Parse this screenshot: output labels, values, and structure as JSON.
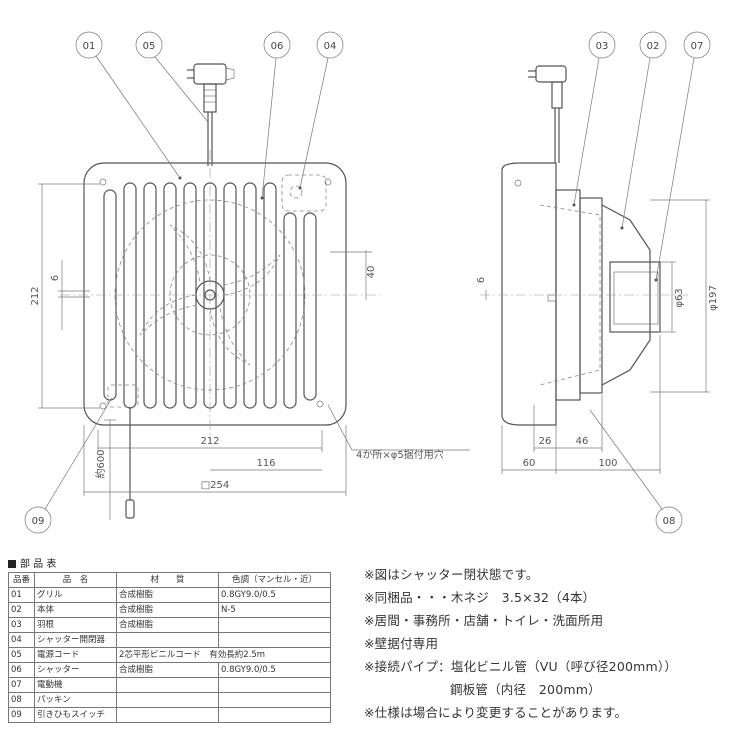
{
  "callouts": {
    "c01": "01",
    "c05": "05",
    "c06": "06",
    "c04": "04",
    "c03": "03",
    "c02": "02",
    "c07": "07",
    "c09": "09",
    "c08": "08"
  },
  "dimensions": {
    "front_height": "212",
    "front_width_inner": "212",
    "front_small": "6",
    "front_40": "40",
    "front_116": "116",
    "front_outer": "□254",
    "pull_length": "約600",
    "hole_note": "4か所×φ5据付用穴",
    "side_small": "6",
    "side_phi63": "φ63",
    "side_phi197": "φ197",
    "side_26": "26",
    "side_46": "46",
    "side_60": "60",
    "side_100": "100"
  },
  "parts_table": {
    "title": "部 品 表",
    "headers": [
      "品番",
      "品　名",
      "材　　質",
      "色調（マンセル・近）"
    ],
    "rows": [
      [
        "01",
        "グリル",
        "合成樹脂",
        "0.8GY9.0/0.5"
      ],
      [
        "02",
        "本体",
        "合成樹脂",
        "N-5"
      ],
      [
        "03",
        "羽根",
        "合成樹脂",
        ""
      ],
      [
        "04",
        "シャッター開閉器",
        "",
        ""
      ],
      [
        "05",
        "電源コード",
        "2芯平形ビニルコード　有効長約2.5m",
        ""
      ],
      [
        "06",
        "シャッター",
        "合成樹脂",
        "0.8GY9.0/0.5"
      ],
      [
        "07",
        "電動機",
        "",
        ""
      ],
      [
        "08",
        "パッキン",
        "",
        ""
      ],
      [
        "09",
        "引きひもスイッチ",
        "",
        ""
      ]
    ]
  },
  "notes": [
    "※図はシャッター閉状態です。",
    "※同梱品・・・木ネジ　3.5×32（4本）",
    "※居間・事務所・店舗・トイレ・洗面所用",
    "※壁据付専用",
    "※接続パイプ：塩化ビニル管（VU（呼び径200mm））",
    "鋼板管（内径　200mm）",
    "※仕様は場合により変更することがあります。"
  ]
}
